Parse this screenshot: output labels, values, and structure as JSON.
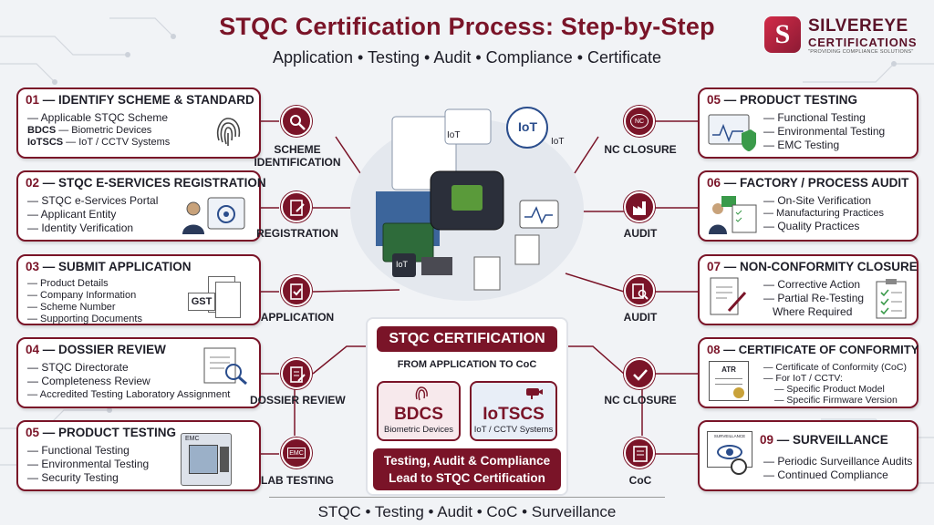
{
  "header": {
    "title": "STQC Certification Process: Step-by-Step",
    "subtitle": "Application • Testing • Audit • Compliance • Certificate"
  },
  "logo": {
    "mark": "S",
    "name": "SILVEREYE",
    "sub": "CERTIFICATIONS",
    "tagline": "\"PROVIDING COMPLIANCE SOLUTIONS\""
  },
  "colors": {
    "accent": "#7a1428",
    "background": "#f1f3f6"
  },
  "left_steps": [
    {
      "num": "01",
      "title": "IDENTIFY SCHEME & STANDARD",
      "items": [
        "— Applicable STQC Scheme"
      ],
      "scheme_rows": [
        {
          "code": "BDCS",
          "desc": " — Biometric Devices"
        },
        {
          "code": "IoTSCS",
          "desc": " — IoT / CCTV Systems"
        }
      ],
      "icon": "fingerprint-icon",
      "node_label": "SCHEME\nIDENTIFICATION",
      "node_icon": "magnifier-icon"
    },
    {
      "num": "02",
      "title": "STQC E-SERVICES REGISTRATION",
      "items": [
        "— STQC e-Services Portal",
        "— Applicant Entity",
        "— Identity Verification"
      ],
      "icon": "person-screen-icon",
      "node_label": "REGISTRATION",
      "node_icon": "edit-document-icon"
    },
    {
      "num": "03",
      "title": "SUBMIT APPLICATION",
      "items": [
        "— Product Details",
        "— Company Information",
        "— Scheme Number",
        "— Supporting Documents"
      ],
      "icon": "gst-documents-icon",
      "icon_text": "GST",
      "node_label": "APPLICATION",
      "node_icon": "document-check-icon"
    },
    {
      "num": "04",
      "title": "DOSSIER REVIEW",
      "items": [
        "— STQC Directorate",
        "— Completeness Review",
        "— Accredited Testing Laboratory Assignment"
      ],
      "icon": "document-review-icon",
      "node_label": "DOSSIER REVIEW",
      "node_icon": "document-pen-icon"
    },
    {
      "num": "05",
      "title": "PRODUCT TESTING",
      "items": [
        "— Functional Testing",
        "— Environmental Testing",
        "— Security Testing"
      ],
      "icon": "emc-chamber-icon",
      "icon_text": "EMC",
      "node_label": "LAB TESTING",
      "node_icon": "emc-icon",
      "node_icon_text": "EMC"
    }
  ],
  "right_steps": [
    {
      "num": "05",
      "title": "PRODUCT TESTING",
      "items": [
        "— Functional Testing",
        "— Environmental Testing",
        "— EMC Testing"
      ],
      "icon": "monitor-shield-icon",
      "node_label": "NC CLOSURE",
      "node_icon": "nc-icon",
      "node_icon_text": "NC"
    },
    {
      "num": "06",
      "title": "FACTORY / PROCESS AUDIT",
      "items": [
        "— On-Site Verification",
        "— Manufacturing Practices",
        "— Quality Practices"
      ],
      "icon": "audit-meeting-icon",
      "node_label": "AUDIT",
      "node_icon": "factory-icon"
    },
    {
      "num": "07",
      "title": "NON-CONFORMITY CLOSURE",
      "items": [
        "— Corrective Action",
        "— Partial Re-Testing",
        "   Where Required"
      ],
      "icon": "checklist-icon",
      "node_label": "AUDIT",
      "node_icon": "document-search-icon"
    },
    {
      "num": "08",
      "title": "CERTIFICATE OF CONFORMITY",
      "items": [
        "— Certificate of Conformity (CoC)",
        "— For IoT / CCTV:",
        "— Specific Product Model",
        "— Specific Firmware Version"
      ],
      "icon": "atr-certificate-icon",
      "icon_text": "ATR",
      "node_label": "NC CLOSURE",
      "node_icon": "checkmark-icon"
    },
    {
      "num": "09",
      "title": "SURVEILLANCE",
      "items": [
        "— Periodic Surveillance Audits",
        "— Continued Compliance"
      ],
      "icon": "surveillance-icon",
      "icon_text": "SURVEILLANCE",
      "node_label": "CoC",
      "node_icon": "certificate-icon"
    }
  ],
  "illustration": {
    "iot_labels": [
      "IoT",
      "IoT",
      "IoT",
      "IoT"
    ]
  },
  "center": {
    "title": "STQC CERTIFICATION",
    "subtitle": "FROM APPLICATION TO CoC",
    "pill_left": {
      "big": "BDCS",
      "small": "Biometric Devices"
    },
    "pill_right": {
      "big": "IoTSCS",
      "small": "IoT / CCTV Systems"
    },
    "bottom": "Testing, Audit & Compliance Lead to STQC Certification"
  },
  "footer": "STQC  •  Testing  •  Audit  •  CoC  •  Surveillance"
}
